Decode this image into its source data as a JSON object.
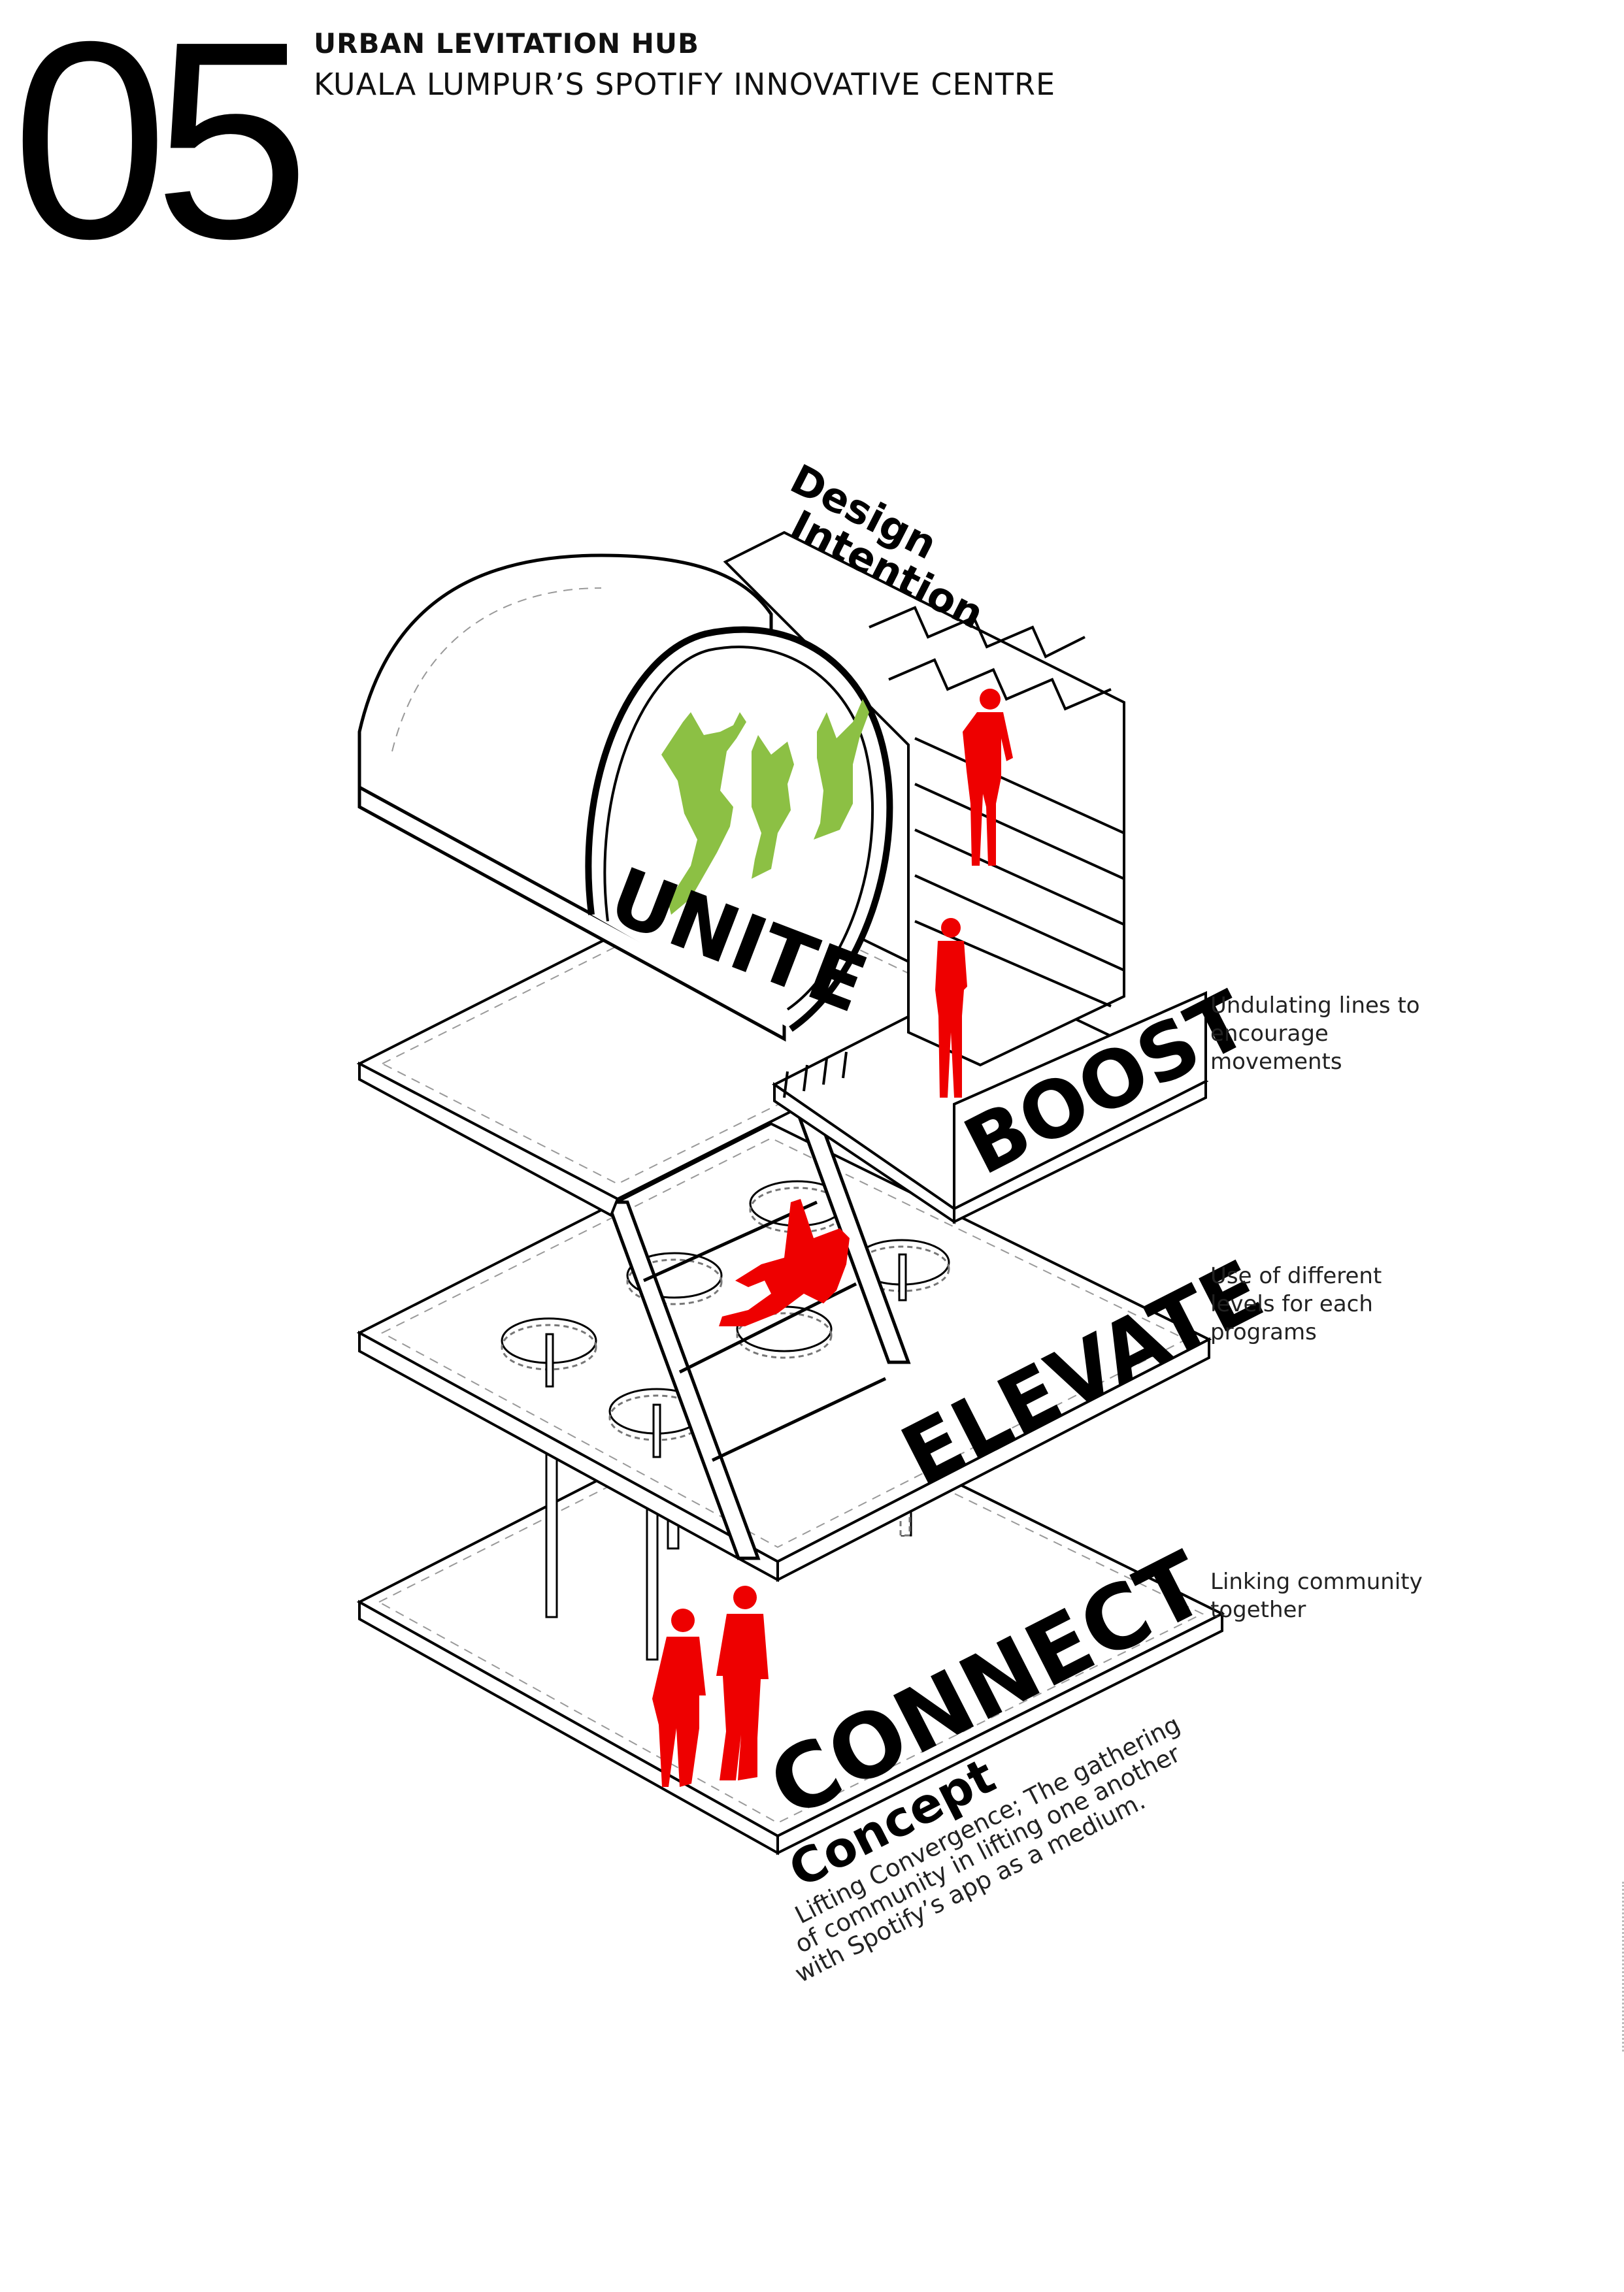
{
  "header": {
    "page_number": "05",
    "title": "URBAN LEVITATION HUB",
    "subtitle": "KUALA LUMPUR’S SPOTIFY INNOVATIVE CENTRE"
  },
  "diagram": {
    "heading_line1": "Design",
    "heading_line2": "Intention",
    "levels": {
      "unite": "UNITE",
      "boost": "BOOST",
      "elevate": "ELEVATE",
      "connect": "CONNECT"
    },
    "notes": {
      "boost_line1": "Undulating lines to",
      "boost_line2": "encourage",
      "boost_line3": "movements",
      "elevate_line1": "Use of different",
      "elevate_line2": "levels for each",
      "elevate_line3": "programs",
      "connect_line1": "Linking community",
      "connect_line2": "together"
    },
    "concept": {
      "heading": "Concept",
      "line1": "Lifting Convergence; The gathering",
      "line2": "of community in lifting one another",
      "line3": "with Spotify’s app as a medium."
    }
  },
  "colors": {
    "figure_red": "#ee0000",
    "figure_green": "#8cc044",
    "line": "#000000",
    "dashed": "#888888"
  }
}
